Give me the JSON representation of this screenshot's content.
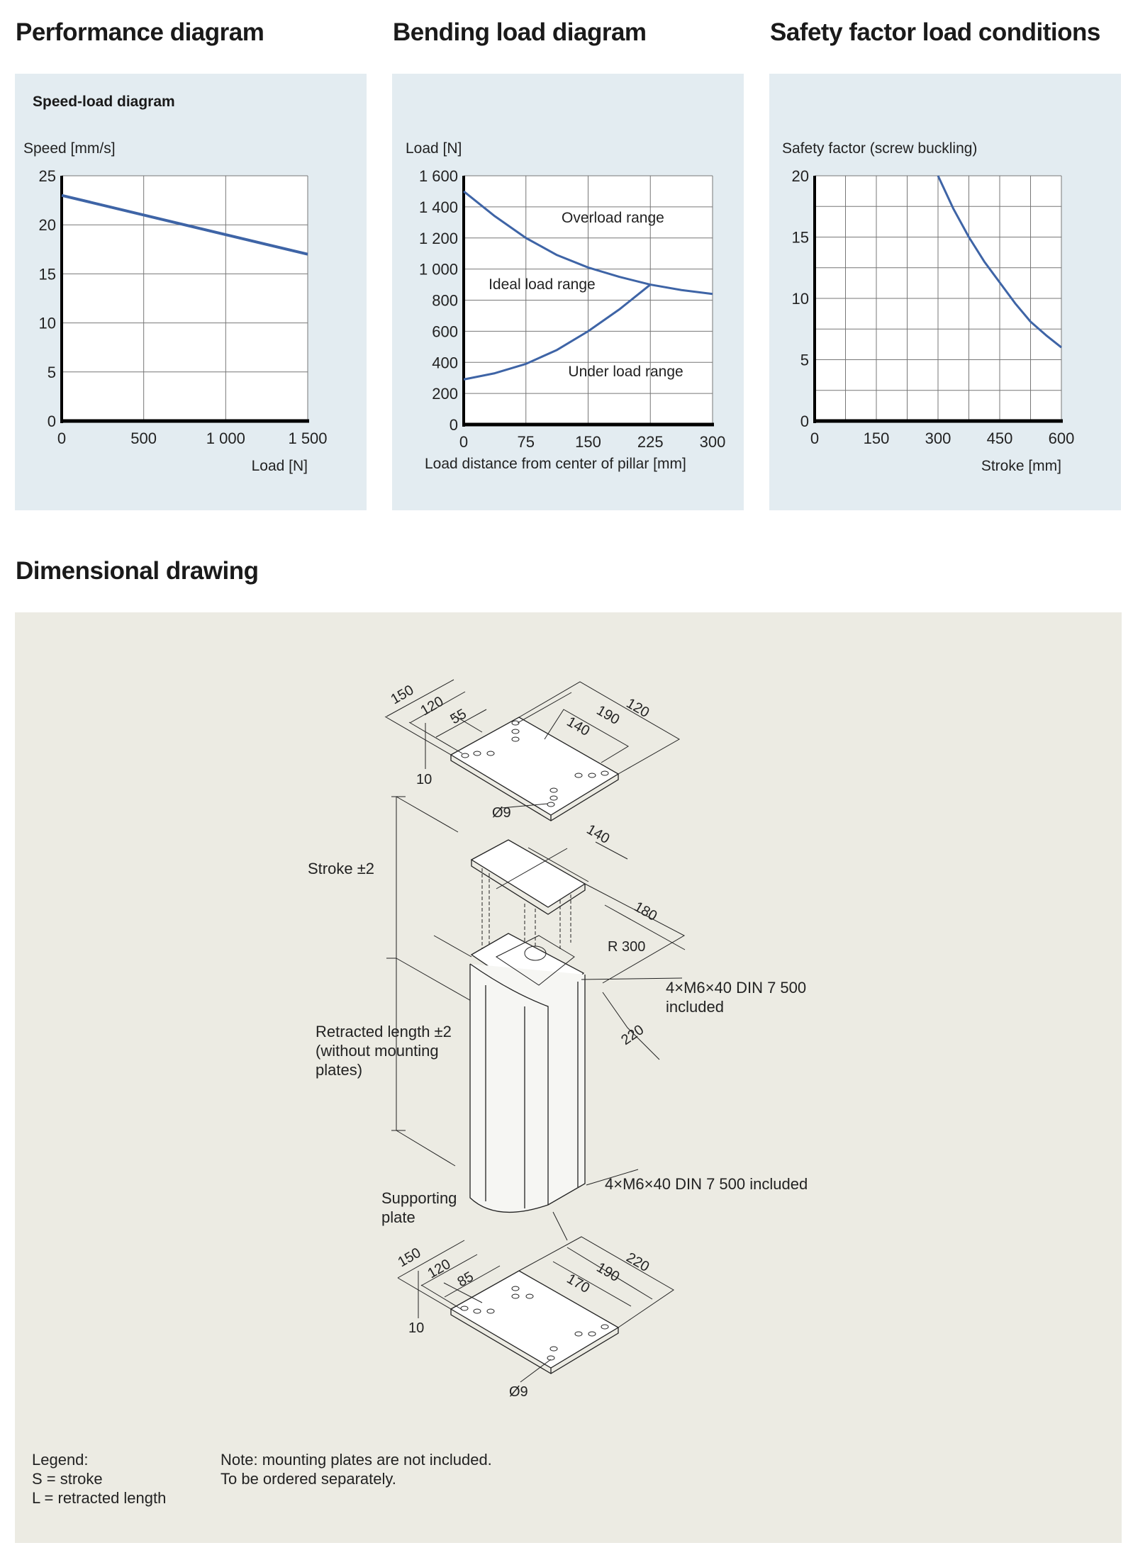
{
  "headings": {
    "performance": "Performance diagram",
    "bending": "Bending load diagram",
    "safety": "Safety factor load conditions",
    "dimensional": "Dimensional drawing"
  },
  "colors": {
    "curve": "#3e64a6",
    "panel": "#e3ecf1",
    "drawing_bg": "#ecebe3"
  },
  "chart_data": [
    {
      "type": "line",
      "title": "Speed-load diagram",
      "ylabel": "Speed [mm/s]",
      "xlabel": "Load [N]",
      "xlim": [
        0,
        1500
      ],
      "ylim": [
        0,
        25
      ],
      "xticks": [
        0,
        500,
        1000,
        1500
      ],
      "xtick_labels": [
        "0",
        "500",
        "1 000",
        "1 500"
      ],
      "yticks": [
        0,
        5,
        10,
        15,
        20,
        25
      ],
      "ytick_labels": [
        "0",
        "5",
        "10",
        "15",
        "20",
        "25"
      ],
      "xgrid": [
        0,
        500,
        1000,
        1500
      ],
      "ygrid": [
        0,
        5,
        10,
        15,
        20,
        25
      ],
      "grid": true,
      "series": [
        {
          "name": "speed",
          "x": [
            0,
            1500
          ],
          "y": [
            23,
            17
          ]
        }
      ],
      "annotations": []
    },
    {
      "type": "line",
      "title": "",
      "ylabel": "Load [N]",
      "xlabel": "Load distance from center of pillar [mm]",
      "xlim": [
        0,
        300
      ],
      "ylim": [
        0,
        1600
      ],
      "xticks": [
        0,
        75,
        150,
        225,
        300
      ],
      "xtick_labels": [
        "0",
        "75",
        "150",
        "225",
        "300"
      ],
      "yticks": [
        0,
        200,
        400,
        600,
        800,
        1000,
        1200,
        1400,
        1600
      ],
      "ytick_labels": [
        "0",
        "200",
        "400",
        "600",
        "800",
        "1 000",
        "1 200",
        "1 400",
        "1 600"
      ],
      "xgrid": [
        0,
        75,
        150,
        225,
        300
      ],
      "ygrid": [
        0,
        200,
        400,
        600,
        800,
        1000,
        1200,
        1400,
        1600
      ],
      "grid": true,
      "series": [
        {
          "name": "overload boundary",
          "x": [
            0,
            37.5,
            75,
            112.5,
            150,
            187.5,
            225,
            262.5,
            300
          ],
          "y": [
            1500,
            1340,
            1200,
            1090,
            1010,
            950,
            900,
            865,
            840
          ]
        },
        {
          "name": "underload boundary",
          "x": [
            0,
            37.5,
            75,
            112.5,
            150,
            187.5,
            225
          ],
          "y": [
            290,
            330,
            390,
            480,
            600,
            740,
            900
          ]
        }
      ],
      "annotations": [
        {
          "text": "Overload range",
          "x": 118,
          "y": 1300
        },
        {
          "text": "Ideal load range",
          "x": 30,
          "y": 870
        },
        {
          "text": "Under load range",
          "x": 126,
          "y": 310
        }
      ]
    },
    {
      "type": "line",
      "title": "",
      "ylabel": "Safety factor (screw buckling)",
      "xlabel": "Stroke [mm]",
      "xlim": [
        0,
        600
      ],
      "ylim": [
        0,
        20
      ],
      "xticks": [
        0,
        150,
        300,
        450,
        600
      ],
      "xtick_labels": [
        "0",
        "150",
        "300",
        "450",
        "600"
      ],
      "yticks": [
        0,
        5,
        10,
        15,
        20
      ],
      "ytick_labels": [
        "0",
        "5",
        "10",
        "15",
        "20"
      ],
      "xgrid": [
        0,
        75,
        150,
        225,
        300,
        375,
        450,
        525,
        600
      ],
      "ygrid": [
        0,
        2.5,
        5,
        7.5,
        10,
        12.5,
        15,
        17.5,
        20
      ],
      "grid": true,
      "series": [
        {
          "name": "safety factor",
          "x": [
            300,
            337.5,
            375,
            412.5,
            450,
            487.5,
            525,
            562.5,
            600
          ],
          "y": [
            20,
            17.3,
            15,
            13,
            11.3,
            9.6,
            8.1,
            7,
            6
          ]
        }
      ],
      "annotations": []
    }
  ],
  "drawing": {
    "top_plate": {
      "d150": "150",
      "d120a": "120",
      "d55": "55",
      "d120b": "120",
      "d190": "190",
      "d140": "140",
      "d10": "10",
      "hole": "Ø9"
    },
    "column": {
      "d140": "140",
      "d180": "180",
      "r300": "R 300",
      "d220": "220",
      "screws_top_1": "4×M6×40 DIN 7 500",
      "screws_top_2": "included",
      "screws_bottom": "4×M6×40 DIN 7 500 included",
      "stroke": "Stroke ±2",
      "retracted_1": "Retracted length ±2",
      "retracted_2": "(without mounting",
      "retracted_3": "plates)",
      "support_1": "Supporting",
      "support_2": "plate"
    },
    "bottom_plate": {
      "d150": "150",
      "d120": "120",
      "d85": "85",
      "d220": "220",
      "d190": "190",
      "d170": "170",
      "d10": "10",
      "hole": "Ø9"
    },
    "legend": {
      "title": "Legend:",
      "s": "S = stroke",
      "l": "L = retracted length"
    },
    "note": {
      "line1": "Note: mounting plates are not included.",
      "line2": "To be ordered separately."
    }
  }
}
